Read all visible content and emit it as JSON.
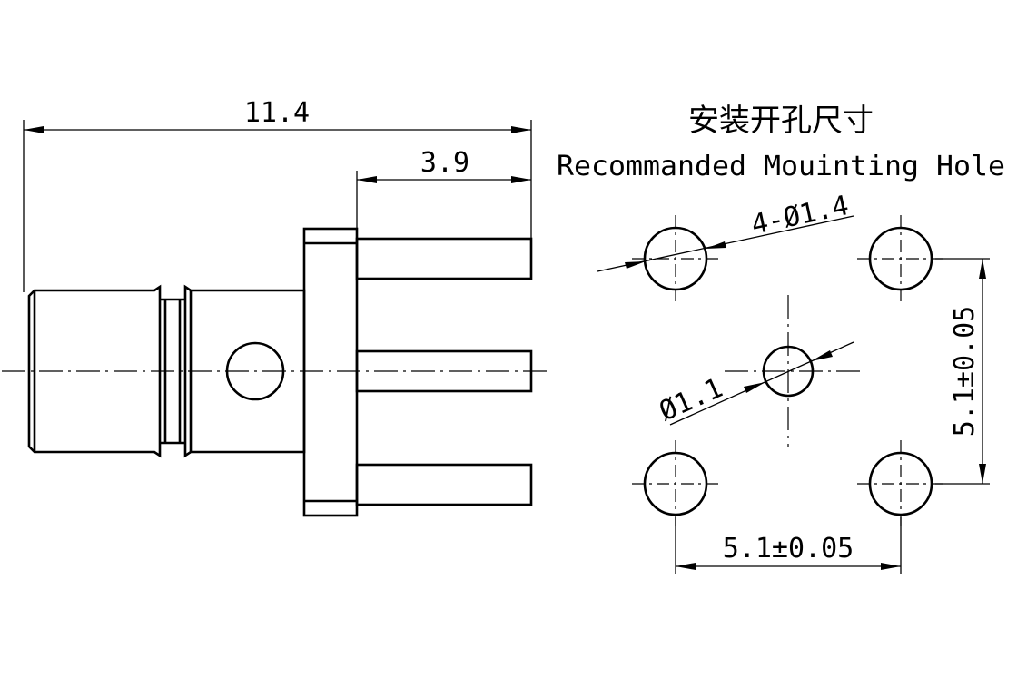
{
  "title_cn": "安装开孔尺寸",
  "title_en": "Recommanded Mouinting Hole",
  "dimensions": {
    "overall_length": "11.4",
    "pin_length": "3.9",
    "hole_callout": "4-Ø1.4",
    "center_hole": "Ø1.1",
    "horizontal_spacing": "5.1±0.05",
    "vertical_spacing": "5.1±0.05"
  }
}
